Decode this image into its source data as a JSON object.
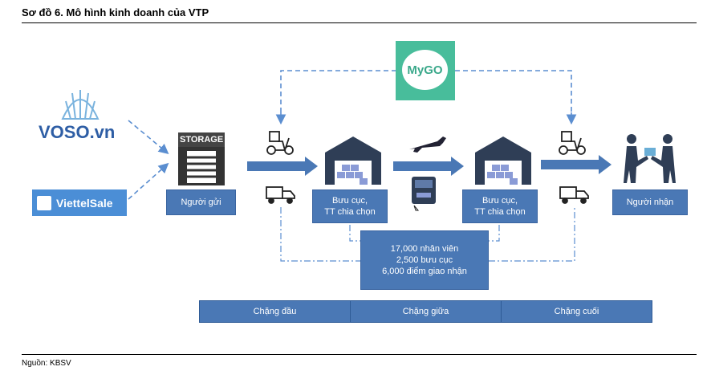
{
  "header": {
    "title": "Sơ đồ 6. Mô hình kinh doanh của VTP"
  },
  "logos": {
    "voso": "VOSO.vn",
    "viettelsale": "ViettelSale",
    "mygo": "MyGO",
    "storage": "STORAGE"
  },
  "nodes": {
    "sender": "Người gửi",
    "hub1": [
      "Bưu cục,",
      "TT chia chọn"
    ],
    "hub2": [
      "Bưu cục,",
      "TT chia chọn"
    ],
    "receiver": "Người nhận",
    "stats": [
      "17,000 nhân viên",
      "2,500 bưu cục",
      "6,000 điểm giao nhận"
    ]
  },
  "stages": [
    "Chặng đầu",
    "Chặng giữa",
    "Chặng cuối"
  ],
  "footer": {
    "source": "Nguồn: KBSV"
  },
  "colors": {
    "box": "#4a78b5",
    "arrow": "#4a78b5",
    "dash": "#5b8ed0",
    "mygo": "#48bd9b"
  }
}
